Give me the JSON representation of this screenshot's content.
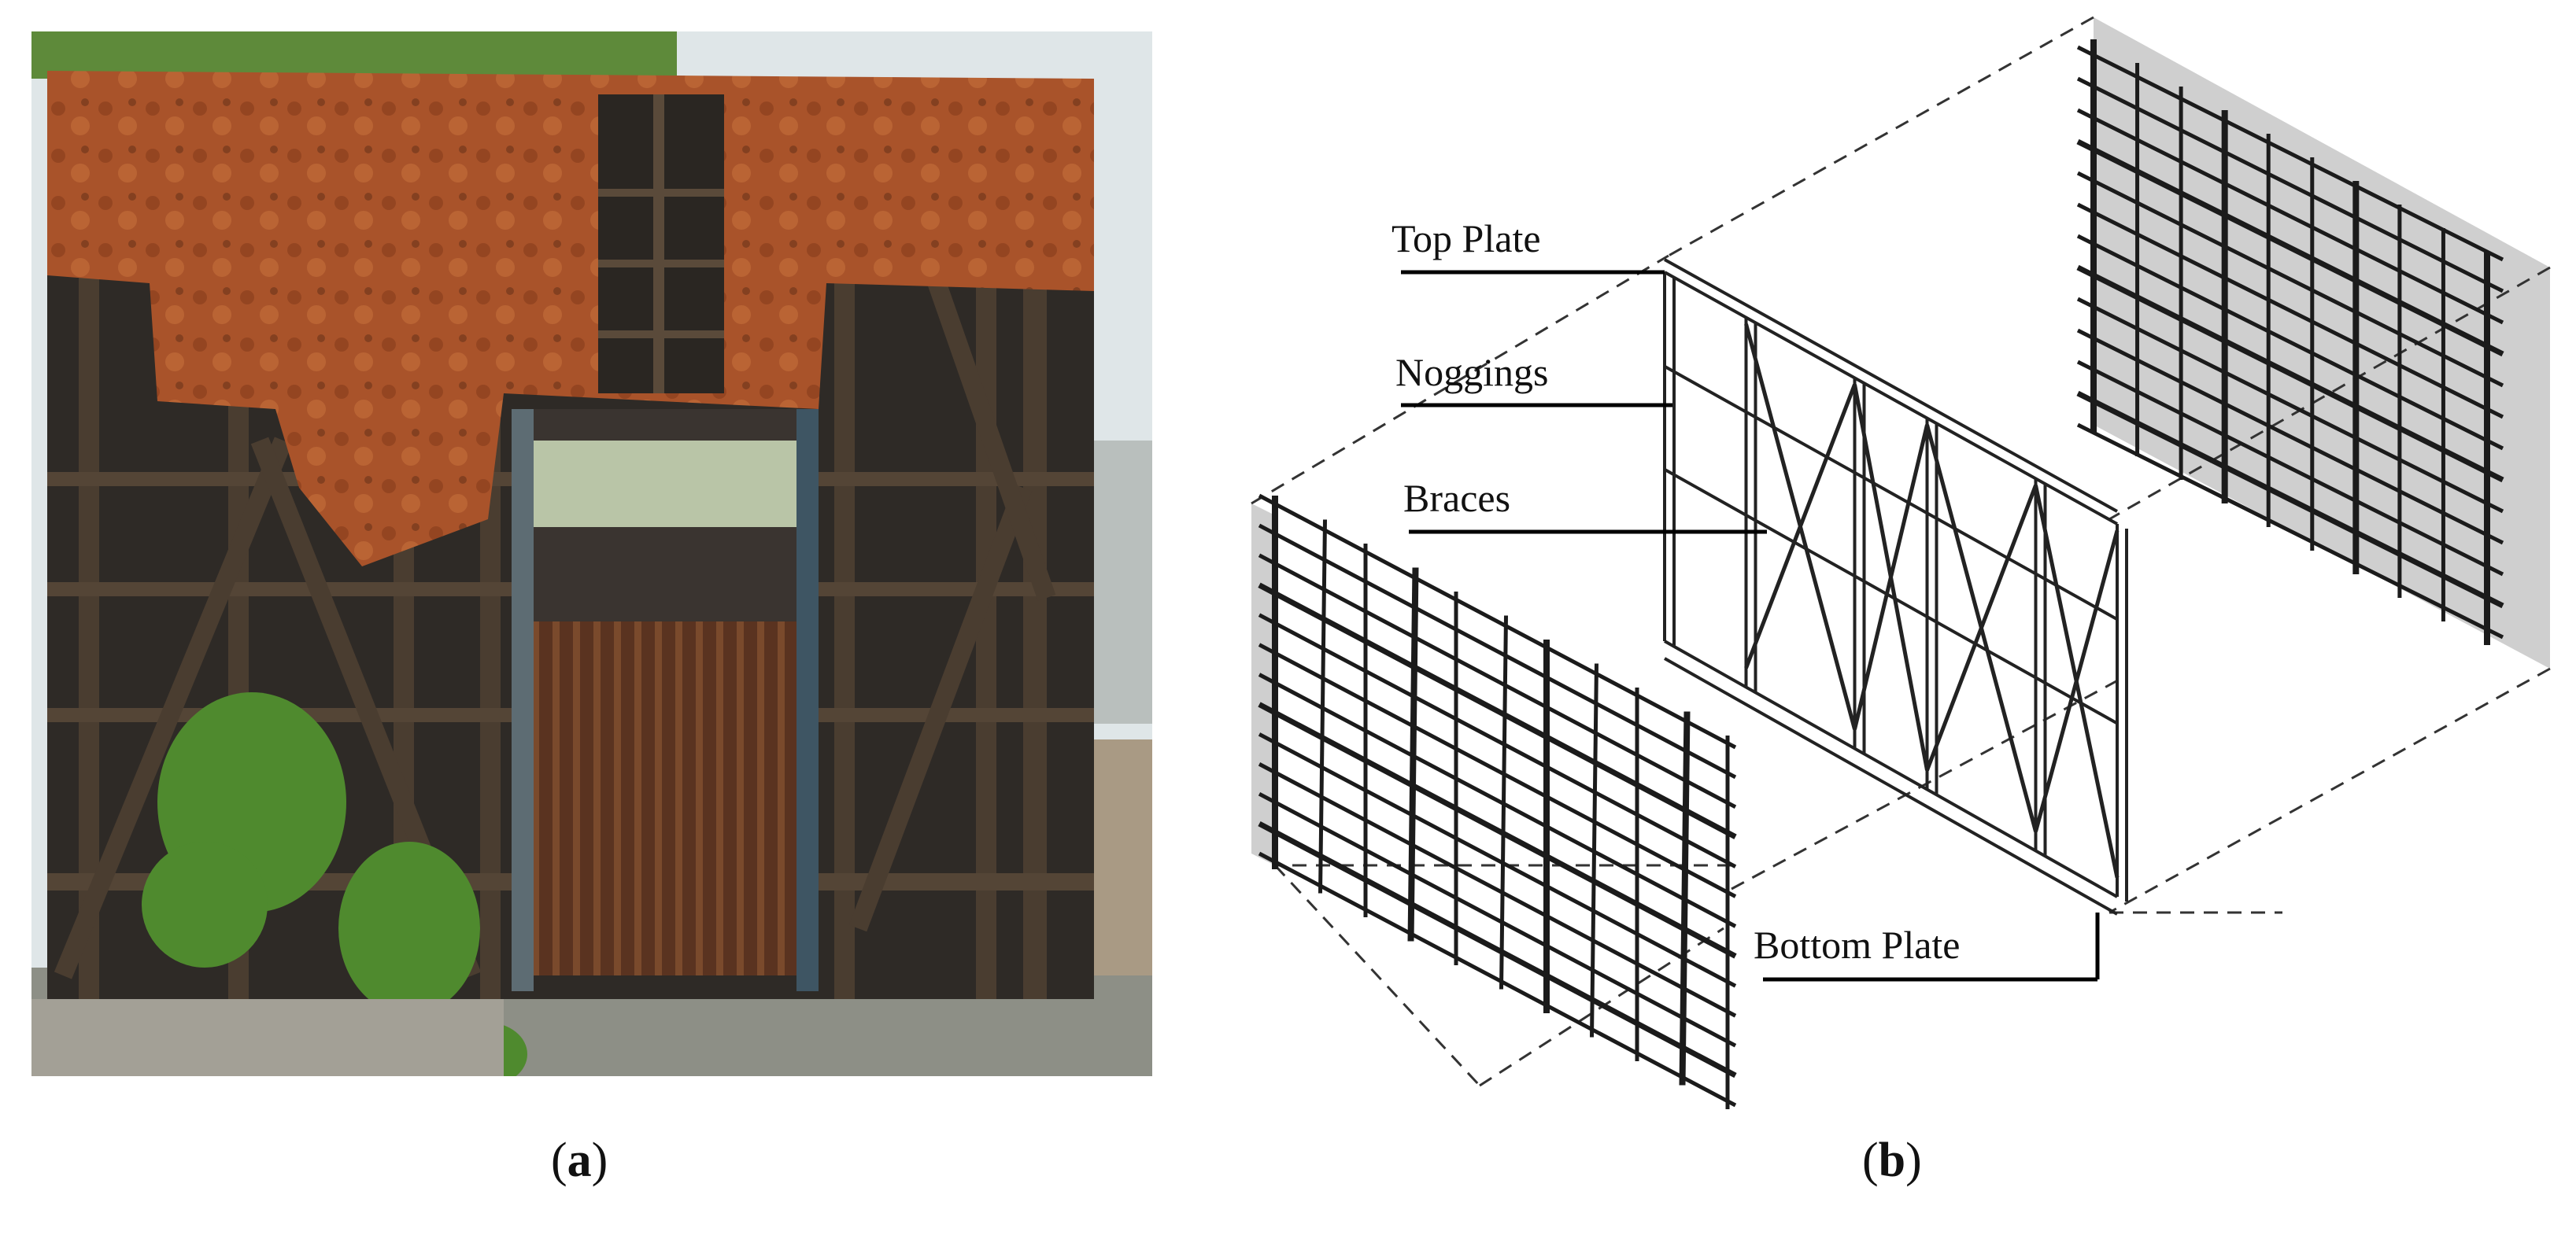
{
  "panel_a": {
    "caption_letter": "a"
  },
  "panel_b": {
    "caption_letter": "b",
    "labels": {
      "top_plate": "Top Plate",
      "noggings": "Noggings",
      "braces": "Braces",
      "bottom_plate": "Bottom Plate"
    }
  },
  "colors": {
    "rust": "#a9532a",
    "rust_dark": "#6b3419",
    "timber_dark": "#2e2a26",
    "foliage": "#4f8a2e",
    "sky": "#dfe6e8",
    "mesh": "#1b1b1b",
    "panel_shade": "#cfcfcf"
  }
}
